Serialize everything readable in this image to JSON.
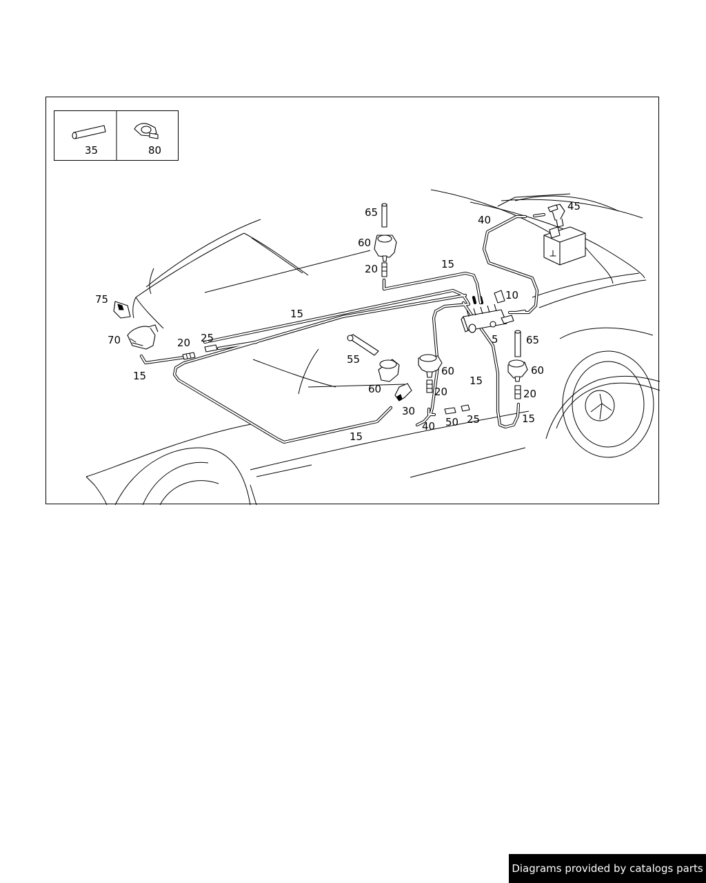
{
  "footer": {
    "credit": "Diagrams provided by catalogs parts"
  },
  "legend": [
    {
      "number": "35",
      "icon": "hose-sleeve-icon"
    },
    {
      "number": "80",
      "icon": "hose-clip-icon"
    }
  ],
  "callouts": [
    {
      "id": "c65a",
      "text": "65"
    },
    {
      "id": "c60a",
      "text": "60"
    },
    {
      "id": "c20a",
      "text": "20"
    },
    {
      "id": "c15a",
      "text": "15"
    },
    {
      "id": "c40a",
      "text": "40"
    },
    {
      "id": "c45",
      "text": "45"
    },
    {
      "id": "c10",
      "text": "10"
    },
    {
      "id": "c5",
      "text": "5"
    },
    {
      "id": "c65b",
      "text": "65"
    },
    {
      "id": "c60b",
      "text": "60"
    },
    {
      "id": "c20b",
      "text": "20"
    },
    {
      "id": "c15b",
      "text": "15"
    },
    {
      "id": "c75",
      "text": "75"
    },
    {
      "id": "c70",
      "text": "70"
    },
    {
      "id": "c20c",
      "text": "20"
    },
    {
      "id": "c25a",
      "text": "25"
    },
    {
      "id": "c15c",
      "text": "15"
    },
    {
      "id": "c15d",
      "text": "15"
    },
    {
      "id": "c55",
      "text": "55"
    },
    {
      "id": "c60c",
      "text": "60"
    },
    {
      "id": "c30",
      "text": "30"
    },
    {
      "id": "c15e",
      "text": "15"
    },
    {
      "id": "c60d",
      "text": "60"
    },
    {
      "id": "c20d",
      "text": "20"
    },
    {
      "id": "c15f",
      "text": "15"
    },
    {
      "id": "c40b",
      "text": "40"
    },
    {
      "id": "c50",
      "text": "50"
    },
    {
      "id": "c25b",
      "text": "25"
    }
  ]
}
